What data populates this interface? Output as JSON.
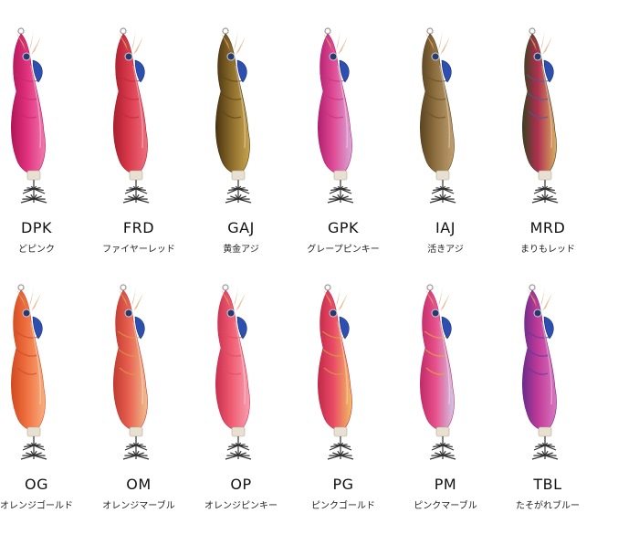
{
  "colors": [
    {
      "code": "DPK",
      "name": "どピンク",
      "body": "#e0307c",
      "shade": "#b01558",
      "belly": "#f07ab0",
      "stripe": "#c42a70"
    },
    {
      "code": "FRD",
      "name": "ファイヤーレッド",
      "body": "#d93a4c",
      "shade": "#a8202e",
      "belly": "#ee7080",
      "stripe": "#c02a3a"
    },
    {
      "code": "GAJ",
      "name": "黄金アジ",
      "body": "#8a6a2a",
      "shade": "#4a3410",
      "belly": "#c9a550",
      "stripe": "#5a4418"
    },
    {
      "code": "GPK",
      "name": "グレープピンキー",
      "body": "#e04a94",
      "shade": "#b02070",
      "belly": "#d8a8d8",
      "stripe": "#c83080"
    },
    {
      "code": "IAJ",
      "name": "活きアジ",
      "body": "#8f7040",
      "shade": "#5a4420",
      "belly": "#c0a070",
      "stripe": "#6a5028"
    },
    {
      "code": "MRD",
      "name": "まりもレッド",
      "body": "#b03050",
      "shade": "#3a4020",
      "belly": "#d8b060",
      "stripe": "#4060a0"
    },
    {
      "code": "OG",
      "name": "オレンジゴールド",
      "body": "#f07040",
      "shade": "#d04a20",
      "belly": "#f8b080",
      "stripe": "#c84a2a"
    },
    {
      "code": "OM",
      "name": "オレンジマーブル",
      "body": "#e86050",
      "shade": "#c03a30",
      "belly": "#f0c090",
      "stripe": "#d8a040"
    },
    {
      "code": "OP",
      "name": "オレンジピンキー",
      "body": "#ee5a70",
      "shade": "#c83050",
      "belly": "#f8a0b0",
      "stripe": "#e04a5a"
    },
    {
      "code": "PG",
      "name": "ピンクゴールド",
      "body": "#ea4a66",
      "shade": "#c02a48",
      "belly": "#f0c060",
      "stripe": "#d8a838"
    },
    {
      "code": "PM",
      "name": "ピンクマーブル",
      "body": "#e8508a",
      "shade": "#c02a68",
      "belly": "#d0c8e8",
      "stripe": "#e0b040"
    },
    {
      "code": "TBL",
      "name": "たそがれブルー",
      "body": "#c03a98",
      "shade": "#6a2a8a",
      "belly": "#d878c0",
      "stripe": "#5a3aa0"
    }
  ]
}
